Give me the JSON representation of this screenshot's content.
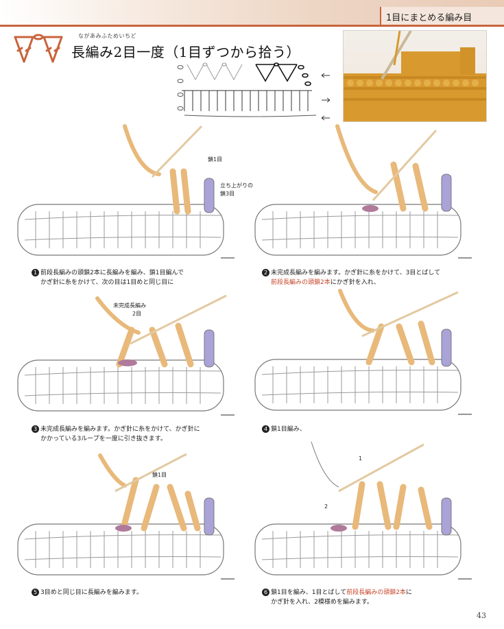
{
  "header": {
    "section_title": "1目にまとめる編み目"
  },
  "title": {
    "ruby": "ながあみふためいちど",
    "main": "長編み2目一度（1目ずつから拾う）"
  },
  "annotations": {
    "chain1_a": "鎖1目",
    "turning_chain_line1": "立ち上がりの",
    "turning_chain_line2": "鎖3目",
    "unfinished_line1": "未完成長編み",
    "unfinished_line2": "2目",
    "chain1_b": "鎖1目",
    "num1": "1",
    "num2": "2"
  },
  "steps": [
    {
      "num": "1",
      "text_a": "前段長編みの頭鎖2本に長編みを編み、鎖1目編んで",
      "text_b": "かぎ針に糸をかけて、次の目は1目めと同じ目に"
    },
    {
      "num": "2",
      "text_a": "未完成長編みを編みます。かぎ針に糸をかけて、3目とばして",
      "text_b_hl": "前段長編みの頭鎖2本",
      "text_b_rest": "にかぎ針を入れ、"
    },
    {
      "num": "3",
      "text_a": "未完成長編みを編みます。かぎ針に糸をかけて、かぎ針に",
      "text_b": "かかっている3ループを一度に引き抜きます。"
    },
    {
      "num": "4",
      "text_a": "鎖1目編み、"
    },
    {
      "num": "5",
      "text_a": "3目めと同じ目に長編みを編みます。"
    },
    {
      "num": "6",
      "text_a_pre": "鎖1目を編み、1目とばして",
      "text_a_hl": "前段長編みの頭鎖2本",
      "text_a_post": "に",
      "text_b": "かぎ針を入れ、2模様めを編みます。"
    }
  ],
  "page_number": "43",
  "colors": {
    "accent": "#c8643c",
    "yarn_tan": "#e8b97a",
    "yarn_lavender": "#a9a3d8",
    "yarn_mauve": "#b07a9b",
    "highlight_text": "#c4452a",
    "photo_yarn": "#d69a2e"
  }
}
